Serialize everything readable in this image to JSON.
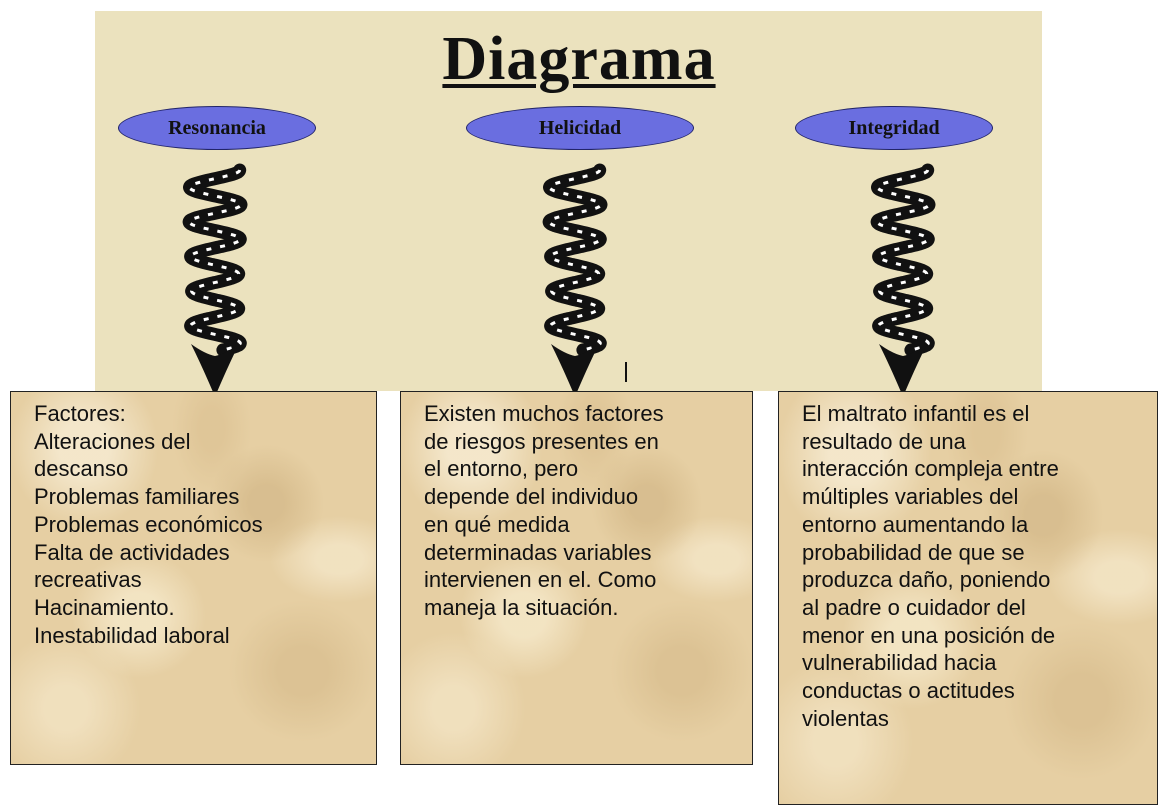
{
  "title": "Diagrama",
  "columns": [
    {
      "oval": "Resonancia",
      "lines": [
        "Factores:",
        "Alteraciones del",
        "descanso",
        "Problemas familiares",
        "Problemas económicos",
        "Falta de actividades",
        "recreativas",
        "Hacinamiento.",
        "Inestabilidad laboral"
      ]
    },
    {
      "oval": "Helicidad",
      "lines": [
        "Existen muchos factores",
        "de riesgos presentes en",
        "el entorno, pero",
        "depende del individuo",
        "en qué medida",
        "determinadas variables",
        "intervienen en el. Como",
        "maneja la situación."
      ]
    },
    {
      "oval": "Integridad",
      "lines": [
        "El maltrato infantil es el",
        "resultado de una",
        "interacción compleja entre",
        "múltiples variables del",
        "entorno aumentando la",
        "probabilidad de que se",
        "produzca daño, poniendo",
        "al padre o cuidador del",
        "menor en una posición de",
        "vulnerabilidad hacia",
        "conductas o actitudes",
        "violentas"
      ]
    }
  ],
  "colors": {
    "panel": "#ebe2be",
    "oval": "#6a6ee0",
    "box": "#e6cfa3"
  }
}
